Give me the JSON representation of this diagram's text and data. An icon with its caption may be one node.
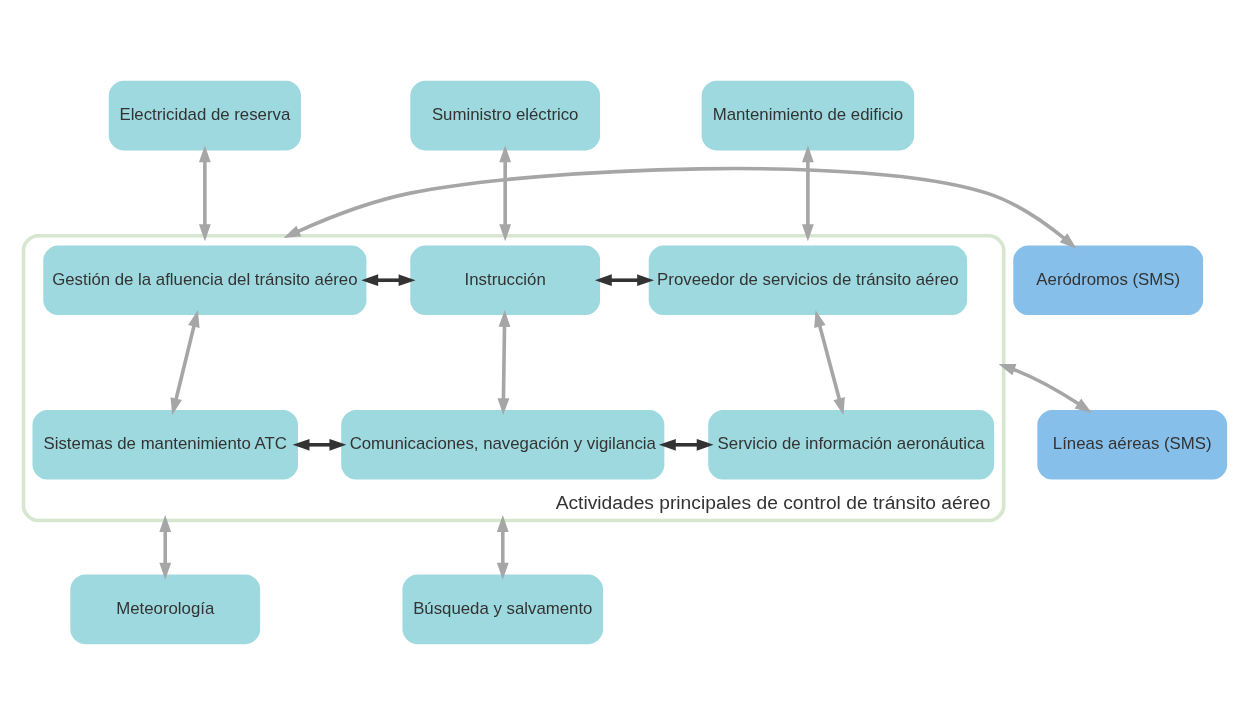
{
  "diagram": {
    "nodes": [
      {
        "text": [
          "Actividades principales de control de tránsito aéreo"
        ]
      },
      {
        "text": [
          "Electricidad de reserva"
        ]
      },
      {
        "text": [
          "Suministro eléctrico"
        ]
      },
      {
        "text": [
          "Mantenimiento de edificio"
        ]
      },
      {
        "text": [
          "Aeródromos (SMS)"
        ]
      },
      {
        "text": [
          "Líneas aéreas (SMS)"
        ]
      },
      {
        "text": [
          "Gestión de la afluencia del tránsito aéreo"
        ],
        "in": 0
      },
      {
        "text": [
          "Instrucción"
        ],
        "in": 0
      },
      {
        "text": [
          "Proveedor de servicios de tránsito aéreo"
        ],
        "in": 0
      },
      {
        "text": [
          "Sistemas de mantenimiento ATC"
        ],
        "in": 0
      },
      {
        "text": [
          "Comunicaciones, navegación y vigilancia"
        ],
        "in": 0
      },
      {
        "text": [
          "Servicio de información aeronáutica"
        ],
        "in": 0
      },
      {
        "text": [
          "Meteorología"
        ]
      },
      {
        "text": [
          "Búsqueda y salvamento"
        ]
      }
    ],
    "edges": [
      {
        "from": 1,
        "to": 0,
        "arrow": "both"
      },
      {
        "from": 2,
        "to": 0,
        "arrow": "both"
      },
      {
        "from": 3,
        "to": 0,
        "arrow": "both"
      },
      {
        "from": 4,
        "to": 0,
        "arrow": "both"
      },
      {
        "from": 5,
        "to": 0,
        "arrow": "both"
      },
      {
        "from": 6,
        "to": 7,
        "arrow": "both",
        "color": "#333333"
      },
      {
        "from": 7,
        "to": 8,
        "arrow": "both",
        "color": "#333333"
      },
      {
        "from": 6,
        "to": 9,
        "arrow": "both"
      },
      {
        "from": 7,
        "to": 10,
        "arrow": "both"
      },
      {
        "from": 8,
        "to": 11,
        "arrow": "both"
      },
      {
        "from": 9,
        "to": 10,
        "arrow": "both",
        "color": "#333333"
      },
      {
        "from": 10,
        "to": 11,
        "arrow": "both",
        "color": "#333333"
      },
      {
        "from": 0,
        "to": 12,
        "arrow": "both"
      },
      {
        "from": 0,
        "to": 13,
        "arrow": "both"
      }
    ]
  }
}
